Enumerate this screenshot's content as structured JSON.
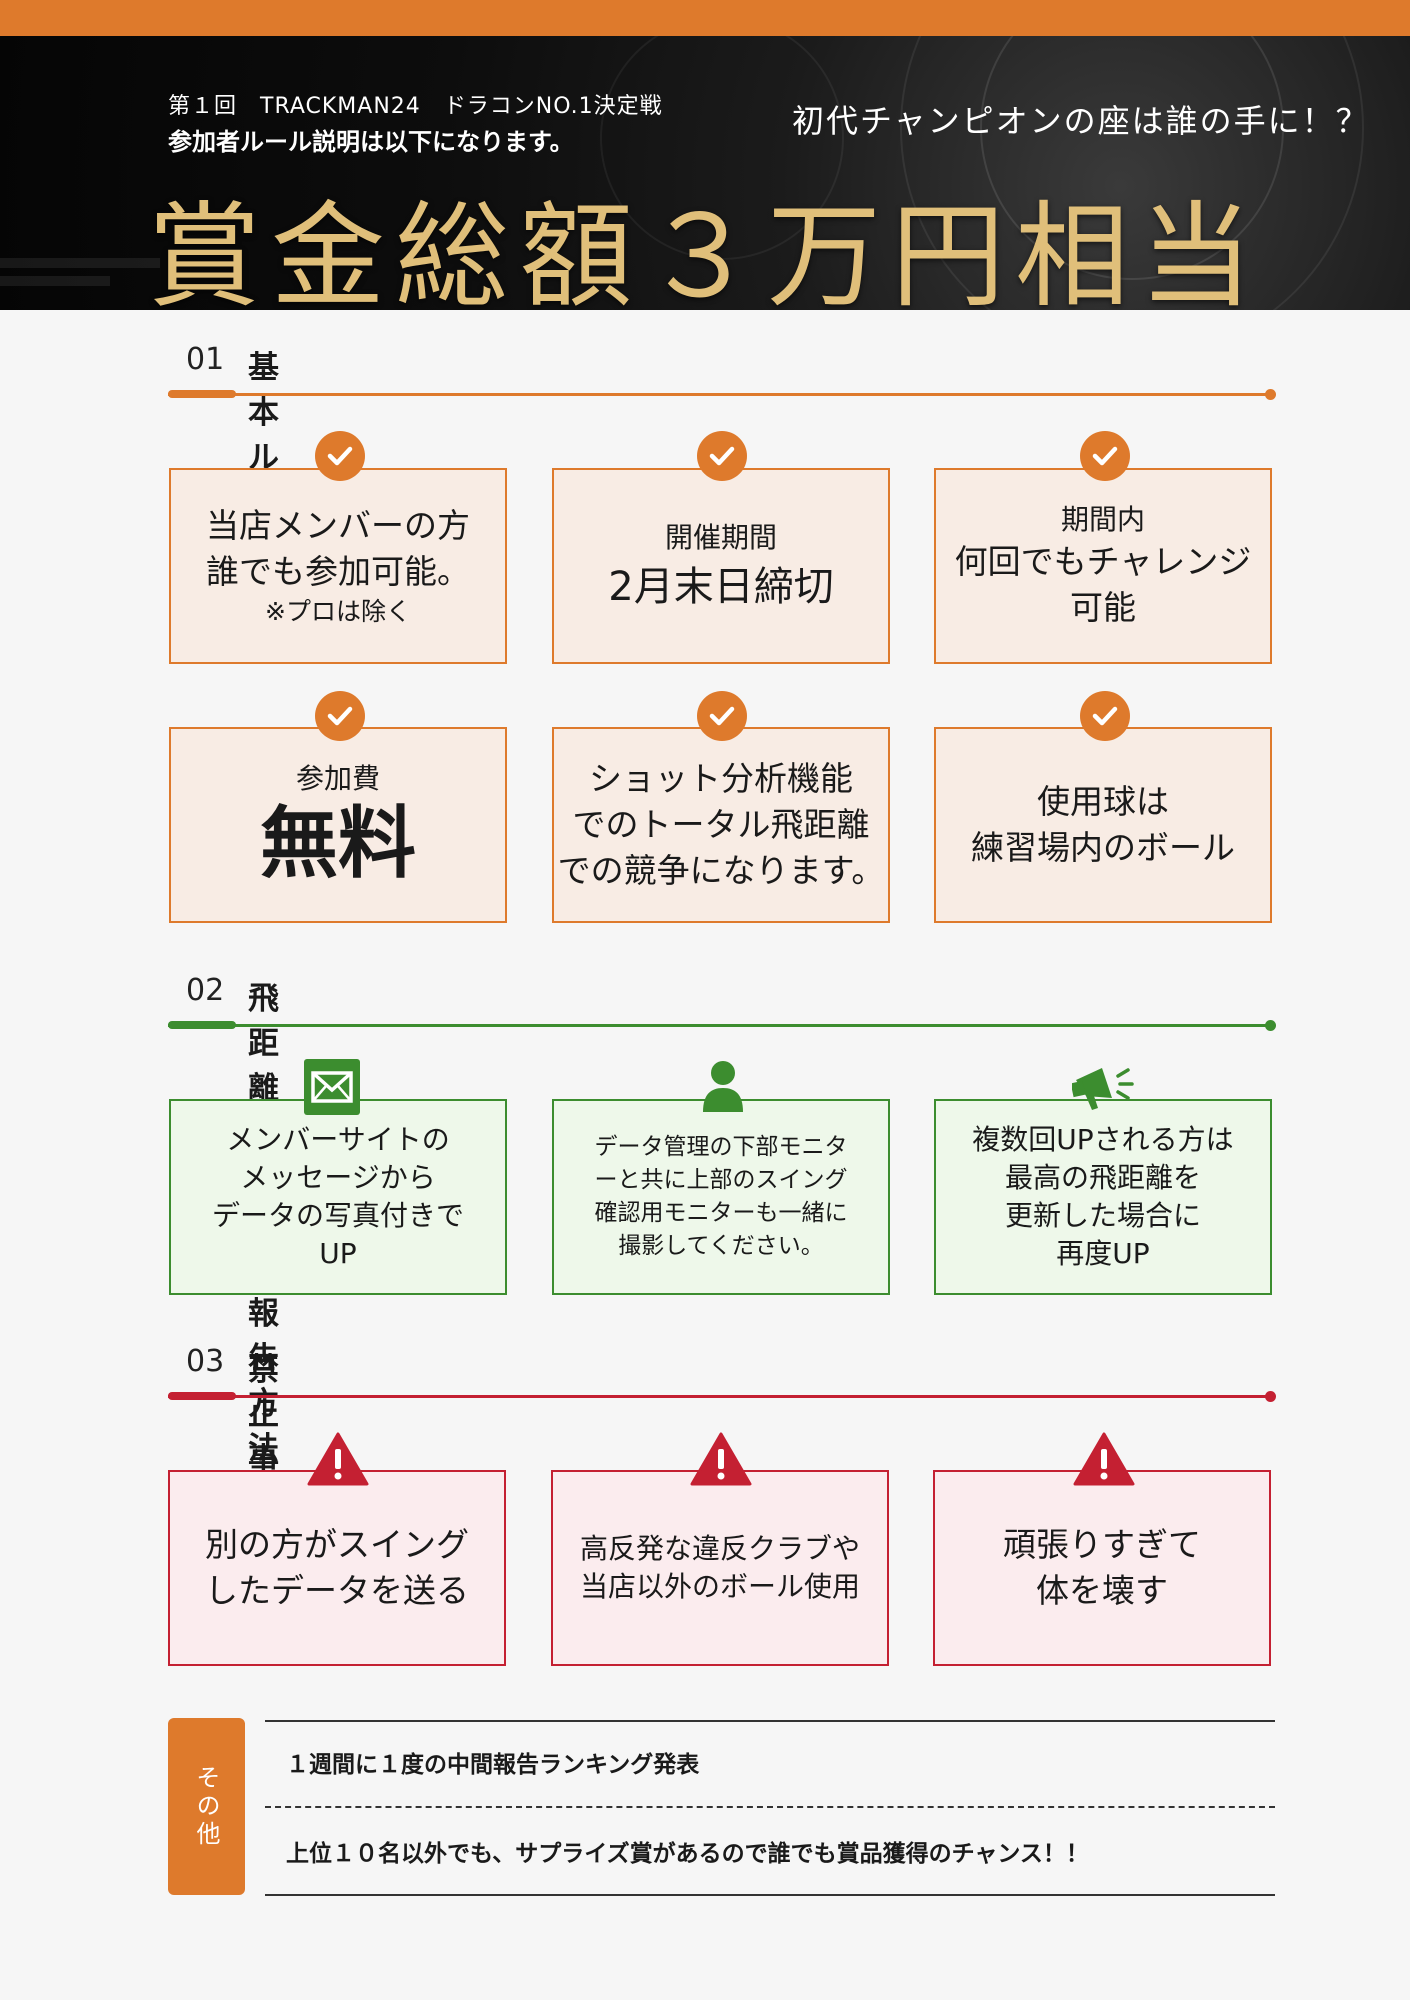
{
  "header": {
    "line1": "第１回　TRACKMAN24　ドラコンNO.1決定戦",
    "line2": "参加者ルール説明は以下になります。",
    "tagline": "初代チャンピオンの座は誰の手に！？",
    "title": "賞金総額３万円相当"
  },
  "sections": [
    {
      "number": "01",
      "title": "基本ルール",
      "cards": [
        {
          "lines": [
            "当店メンバーの方",
            "誰でも参加可能。"
          ],
          "note": "※プロは除く"
        },
        {
          "small": "開催期間",
          "main": "2月末日締切"
        },
        {
          "small": "期間内",
          "lines": [
            "何回でもチャレンジ",
            "可能"
          ]
        },
        {
          "small": "参加費",
          "main": "無料"
        },
        {
          "lines": [
            "ショット分析機能",
            "でのトータル飛距離",
            "での競争になります。"
          ]
        },
        {
          "lines": [
            "使用球は",
            "練習場内のボール"
          ]
        }
      ]
    },
    {
      "number": "02",
      "title": "飛距離データの報告方法",
      "cards": [
        {
          "icon": "envelope-icon",
          "lines": [
            "メンバーサイトの",
            "メッセージから",
            "データの写真付きで",
            "UP"
          ]
        },
        {
          "icon": "person-icon",
          "lines": [
            "データ管理の下部モニタ",
            "ーと共に上部のスイング",
            "確認用モニターも一緒に",
            "撮影してください。"
          ]
        },
        {
          "icon": "megaphone-icon",
          "lines": [
            "複数回UPされる方は",
            "最高の飛距離を",
            "更新した場合に",
            "再度UP"
          ]
        }
      ]
    },
    {
      "number": "03",
      "title": "禁止事項",
      "cards": [
        {
          "icon": "warning-icon",
          "lines": [
            "別の方がスイング",
            "したデータを送る"
          ]
        },
        {
          "icon": "warning-icon",
          "lines": [
            "高反発な違反クラブや",
            "当店以外のボール使用"
          ]
        },
        {
          "icon": "warning-icon",
          "lines": [
            "頑張りすぎて",
            "体を壊す"
          ]
        }
      ]
    }
  ],
  "other": {
    "label": "その他",
    "items": [
      "１週間に１度の中間報告ランキング発表",
      "上位１０名以外でも、サプライズ賞があるので誰でも賞品獲得のチャンス！！"
    ]
  },
  "colors": {
    "orange": "#de7a2c",
    "green": "#3c8d2f",
    "red": "#c42032",
    "gold": "#e0bf7a"
  }
}
